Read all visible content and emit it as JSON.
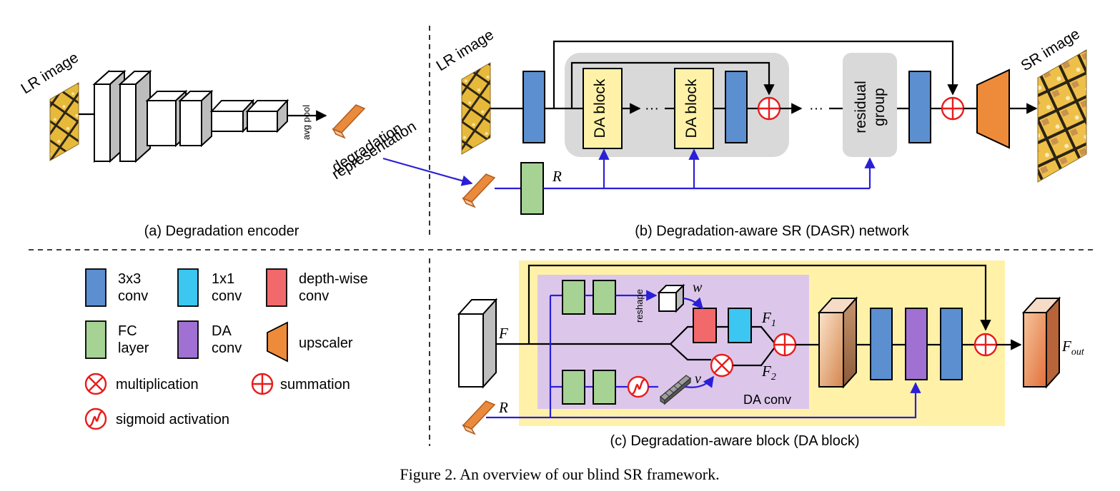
{
  "panels": {
    "a": {
      "caption": "(a) Degradation encoder",
      "input_label": "LR image",
      "pool_label": "avg pool",
      "output_label_line1": "degradation",
      "output_label_line2": "representation"
    },
    "b": {
      "caption": "(b) Degradation-aware SR (DASR) network",
      "input_label": "LR image",
      "output_label": "SR image",
      "block_label": "DA block",
      "ellipsis": "···",
      "group_label_line1": "residual",
      "group_label_line2": "group",
      "rep_label": "R"
    },
    "c": {
      "caption": "(c) Degradation-aware block (DA block)",
      "feature_in": "F",
      "rep_label": "R",
      "reshape_label": "reshape",
      "w_label": "w",
      "v_label": "v",
      "f1_label": "F",
      "f1_sub": "1",
      "f2_label": "F",
      "f2_sub": "2",
      "daconv_label": "DA conv",
      "feature_out": "F",
      "feature_out_sub": "out"
    }
  },
  "legend": {
    "conv3": {
      "line1": "3x3",
      "line2": "conv"
    },
    "conv1": {
      "line1": "1x1",
      "line2": "conv"
    },
    "depthwise": {
      "line1": "depth-wise",
      "line2": "conv"
    },
    "fc": {
      "line1": "FC",
      "line2": "layer"
    },
    "daconv": {
      "line1": "DA",
      "line2": "conv"
    },
    "upscaler": "upscaler",
    "multiplication": "multiplication",
    "summation": "summation",
    "sigmoid": "sigmoid activation"
  },
  "figure_caption": "Figure 2. An overview of our blind SR framework.",
  "colors": {
    "conv3": "#5b8fd0",
    "conv1": "#3cc6f2",
    "depthwise": "#f2696b",
    "fc": "#a6d294",
    "daconv": "#a070d2",
    "upscaler": "#ee8b3a",
    "operator_red": "#e81c1c",
    "arrow_blue": "#2a1fd6",
    "da_block_fill": "#fff2a8",
    "gray_bg": "#d9d9d9",
    "purple_bg": "#dcc7ea"
  }
}
